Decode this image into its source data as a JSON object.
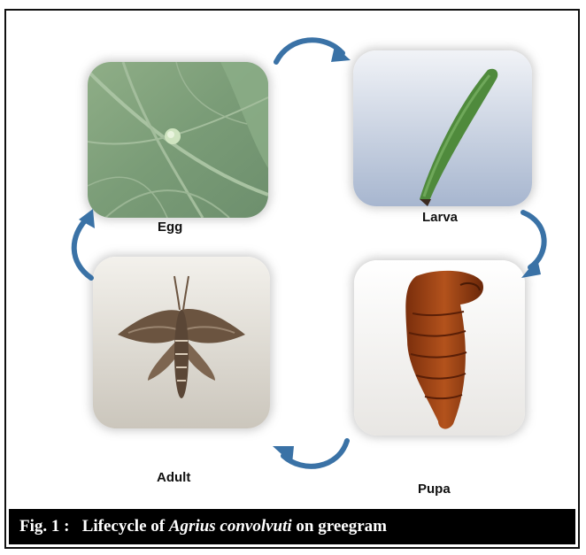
{
  "stages": {
    "egg": "Egg",
    "larva": "Larva",
    "pupa": "Pupa",
    "adult": "Adult"
  },
  "caption": {
    "prefix": "Fig. 1 :",
    "text_before": "Lifecycle of",
    "species": "Agrius convolvuti",
    "text_after": "on greegram"
  },
  "colors": {
    "arrow": "#3a72a6",
    "caption_bg": "#000000",
    "caption_text": "#ffffff"
  }
}
